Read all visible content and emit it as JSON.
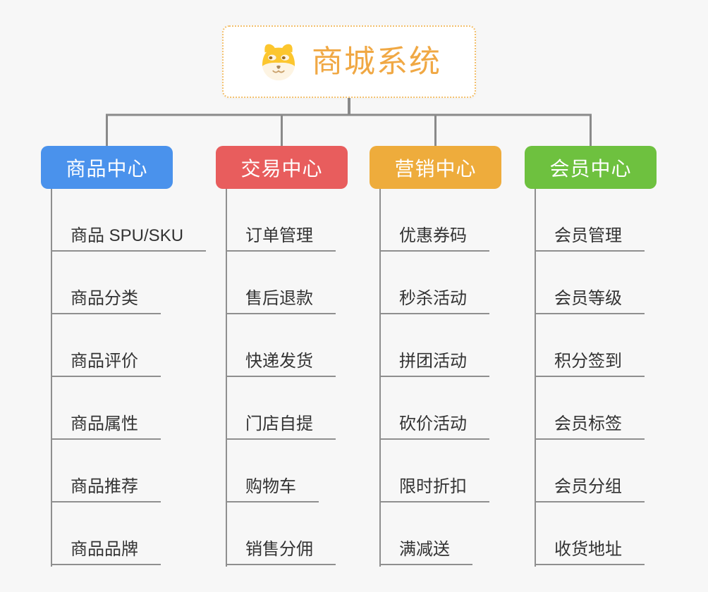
{
  "root": {
    "title": "商城系统",
    "icon": "shiba-dog-icon"
  },
  "branches": [
    {
      "label": "商品中心",
      "color": "#4a92ec",
      "items": [
        "商品 SPU/SKU",
        "商品分类",
        "商品评价",
        "商品属性",
        "商品推荐",
        "商品品牌"
      ]
    },
    {
      "label": "交易中心",
      "color": "#e85d5d",
      "items": [
        "订单管理",
        "售后退款",
        "快递发货",
        "门店自提",
        "购物车",
        "销售分佣"
      ]
    },
    {
      "label": "营销中心",
      "color": "#eeac3c",
      "items": [
        "优惠券码",
        "秒杀活动",
        "拼团活动",
        "砍价活动",
        "限时折扣",
        "满减送"
      ]
    },
    {
      "label": "会员中心",
      "color": "#6ec13f",
      "items": [
        "会员管理",
        "会员等级",
        "积分签到",
        "会员标签",
        "会员分组",
        "收货地址"
      ]
    }
  ],
  "colors": {
    "background": "#f7f7f7",
    "connector_gray": "#8a8a8a",
    "underline_gray": "#8f8f8f",
    "root_title_orange": "#f0a844",
    "root_border_orange": "#f3c06d",
    "item_text": "#333333"
  }
}
